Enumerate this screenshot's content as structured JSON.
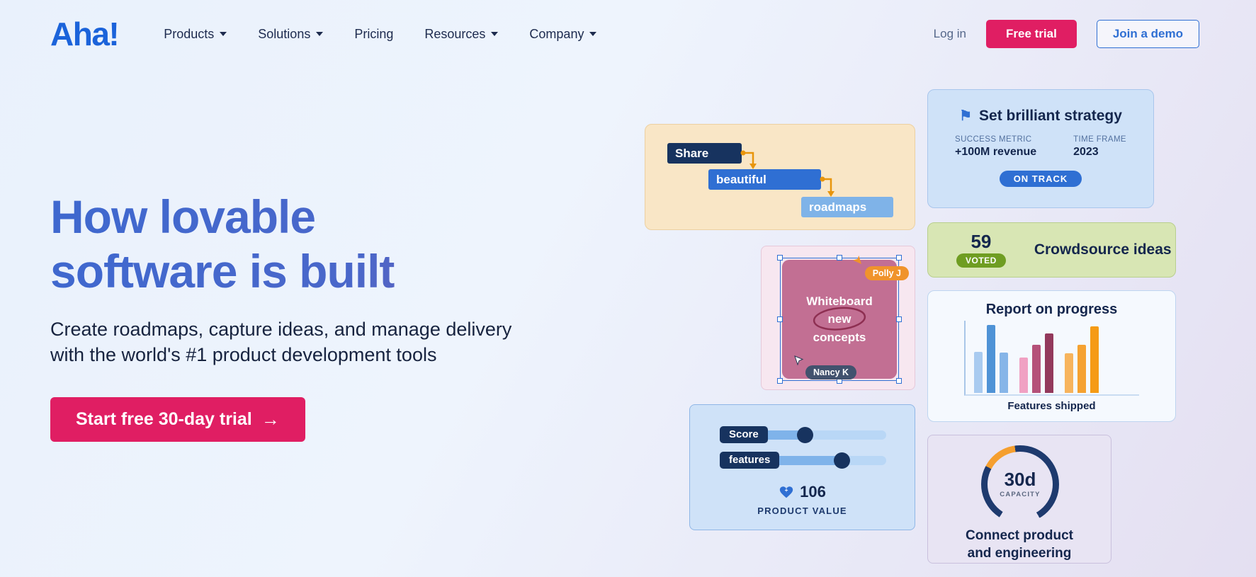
{
  "header": {
    "logo": "Aha!",
    "nav": [
      {
        "label": "Products"
      },
      {
        "label": "Solutions"
      },
      {
        "label": "Pricing"
      },
      {
        "label": "Resources"
      },
      {
        "label": "Company"
      }
    ],
    "login": "Log in",
    "free_trial": "Free trial",
    "join_demo": "Join a demo"
  },
  "hero": {
    "title_line1": "How lovable",
    "title_line2": "software is built",
    "subtitle_line1": "Create roadmaps, capture ideas, and manage delivery",
    "subtitle_line2": "with the world's #1 product development tools",
    "cta": "Start free 30-day trial",
    "cta_arrow": "→"
  },
  "cards": {
    "roadmap": {
      "bars": [
        {
          "label": "Share"
        },
        {
          "label": "beautiful"
        },
        {
          "label": "roadmaps"
        }
      ]
    },
    "strategy": {
      "flag_icon": "⚑",
      "title": "Set brilliant strategy",
      "metric1_label": "SUCCESS METRIC",
      "metric1_value": "+100M revenue",
      "metric2_label": "TIME FRAME",
      "metric2_value": "2023",
      "status": "ON TRACK"
    },
    "ideas": {
      "count": "59",
      "voted": "VOTED",
      "title": "Crowdsource ideas"
    },
    "whiteboard": {
      "line1": "Whiteboard",
      "line2": "new",
      "line3": "concepts",
      "tag_top": "Polly J",
      "tag_bottom": "Nancy K"
    },
    "report": {
      "title": "Report on progress",
      "caption": "Features shipped"
    },
    "product_value": {
      "slider1_label": "Score",
      "slider2_label": "features",
      "slider1_percent": 51,
      "slider2_percent": 73,
      "value": "106",
      "caption": "PRODUCT VALUE"
    },
    "capacity": {
      "value": "30d",
      "label": "CAPACITY",
      "line1": "Connect product",
      "line2": "and engineering"
    }
  },
  "colors": {
    "accent_pink": "#e01e63",
    "brand_blue": "#1b63da",
    "link_blue": "#2f6fd3",
    "navy": "#14264d",
    "on_track_blue": "#2f6fd3",
    "voted_green": "#6f9d22"
  },
  "chart_data": {
    "type": "bar",
    "title": "Report on progress",
    "caption": "Features shipped",
    "ylim": [
      0,
      100
    ],
    "groups": [
      {
        "name": "blue",
        "colors": [
          "#a9cbf0",
          "#4f93d6",
          "#86b5e8"
        ],
        "values": [
          58,
          96,
          57
        ]
      },
      {
        "name": "pink",
        "colors": [
          "#f0a1c3",
          "#b55179",
          "#93395c"
        ],
        "values": [
          50,
          68,
          84
        ]
      },
      {
        "name": "orange",
        "colors": [
          "#f7b45c",
          "#f5a231",
          "#f59b15"
        ],
        "values": [
          56,
          68,
          94
        ]
      }
    ]
  }
}
